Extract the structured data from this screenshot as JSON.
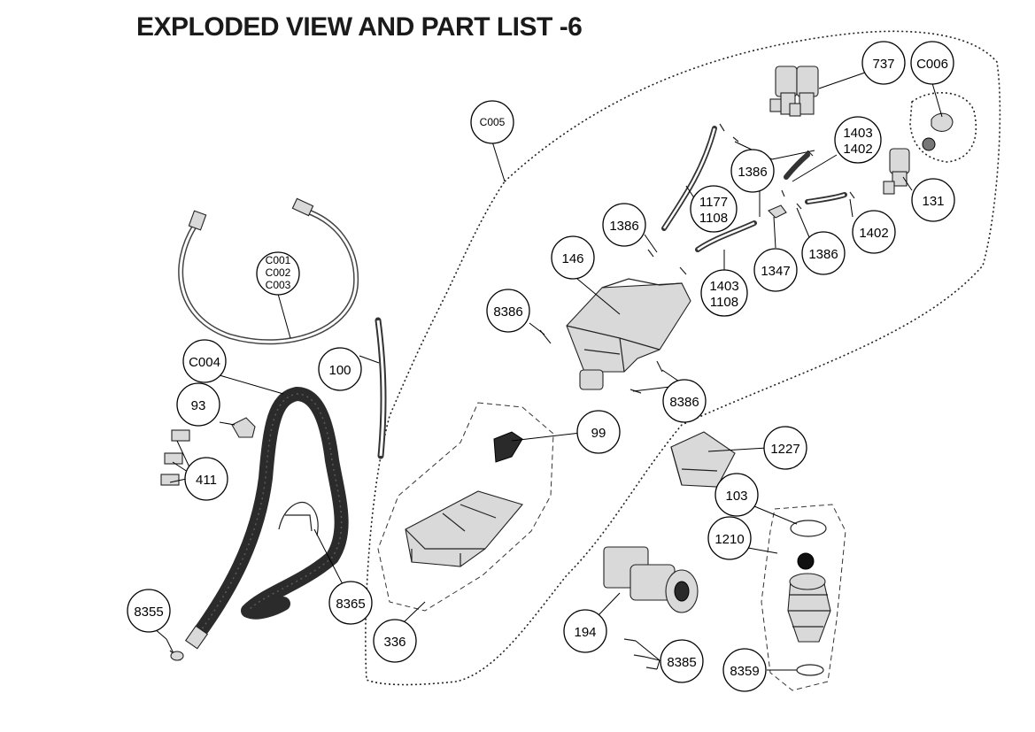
{
  "title": "EXPLODED VIEW AND PART LIST -6",
  "callouts": {
    "c005": "C005",
    "c737": "737",
    "c006": "C006",
    "c1403_1402_a": "1403",
    "c1403_1402_b": "1402",
    "c1386_top": "1386",
    "c131": "131",
    "c1177_1108_a": "1177",
    "c1177_1108_b": "1108",
    "c1386_left": "1386",
    "c1402": "1402",
    "c1386_right": "1386",
    "c1347": "1347",
    "c146": "146",
    "c1403_1108_a": "1403",
    "c1403_1108_b": "1108",
    "c8386_left": "8386",
    "c8386_right": "8386",
    "c001": "C001",
    "c002": "C002",
    "c003": "C003",
    "c100": "100",
    "c004": "C004",
    "c93": "93",
    "c411": "411",
    "c99": "99",
    "c1227": "1227",
    "c103": "103",
    "c1210": "1210",
    "c8355": "8355",
    "c8365": "8365",
    "c336": "336",
    "c194": "194",
    "c8385": "8385",
    "c8359": "8359"
  }
}
